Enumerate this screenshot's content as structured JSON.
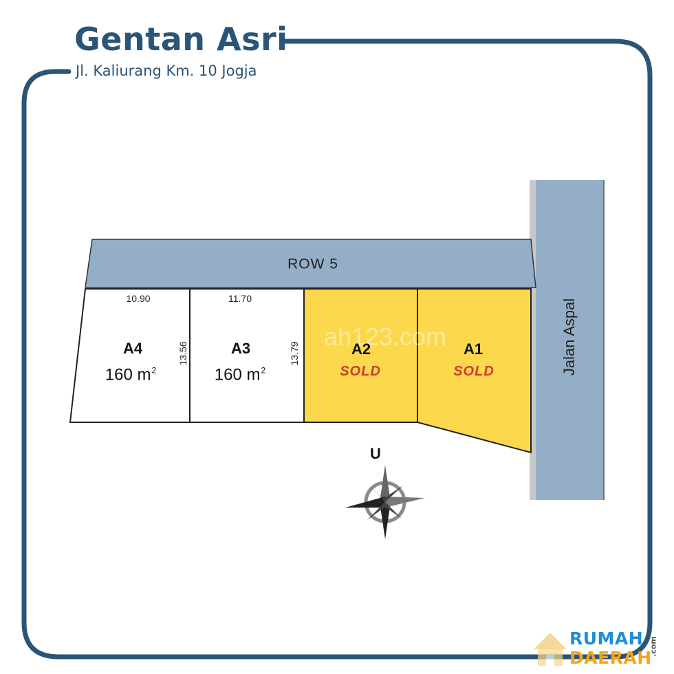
{
  "header": {
    "title": "Gentan Asri",
    "subtitle": "Jl. Kaliurang Km. 10 Jogja"
  },
  "roads": {
    "horizontal": "ROW 5",
    "vertical": "Jalan Aspal"
  },
  "lots": [
    {
      "id": "A4",
      "area": "160 m",
      "area_unit_sup": "2",
      "width": "10.90",
      "depth": "13.56",
      "status": "available"
    },
    {
      "id": "A3",
      "area": "160 m",
      "area_unit_sup": "2",
      "width": "11.70",
      "depth": "13.79",
      "status": "available"
    },
    {
      "id": "A2",
      "status_label": "SOLD",
      "status": "sold"
    },
    {
      "id": "A1",
      "status_label": "SOLD",
      "status": "sold"
    }
  ],
  "compass": {
    "north_label": "U"
  },
  "watermark": "ah123.com",
  "logo": {
    "line1": "RUMAH",
    "line2": "DAERAH",
    "suffix": ".com"
  },
  "colors": {
    "frame": "#2a5577",
    "road": "#93aec6",
    "sold_fill": "#fcd84c",
    "available_fill": "#ffffff",
    "sold_text": "#d23a2a",
    "logo_blue": "#1e8fd0",
    "logo_orange": "#f2a51b"
  }
}
